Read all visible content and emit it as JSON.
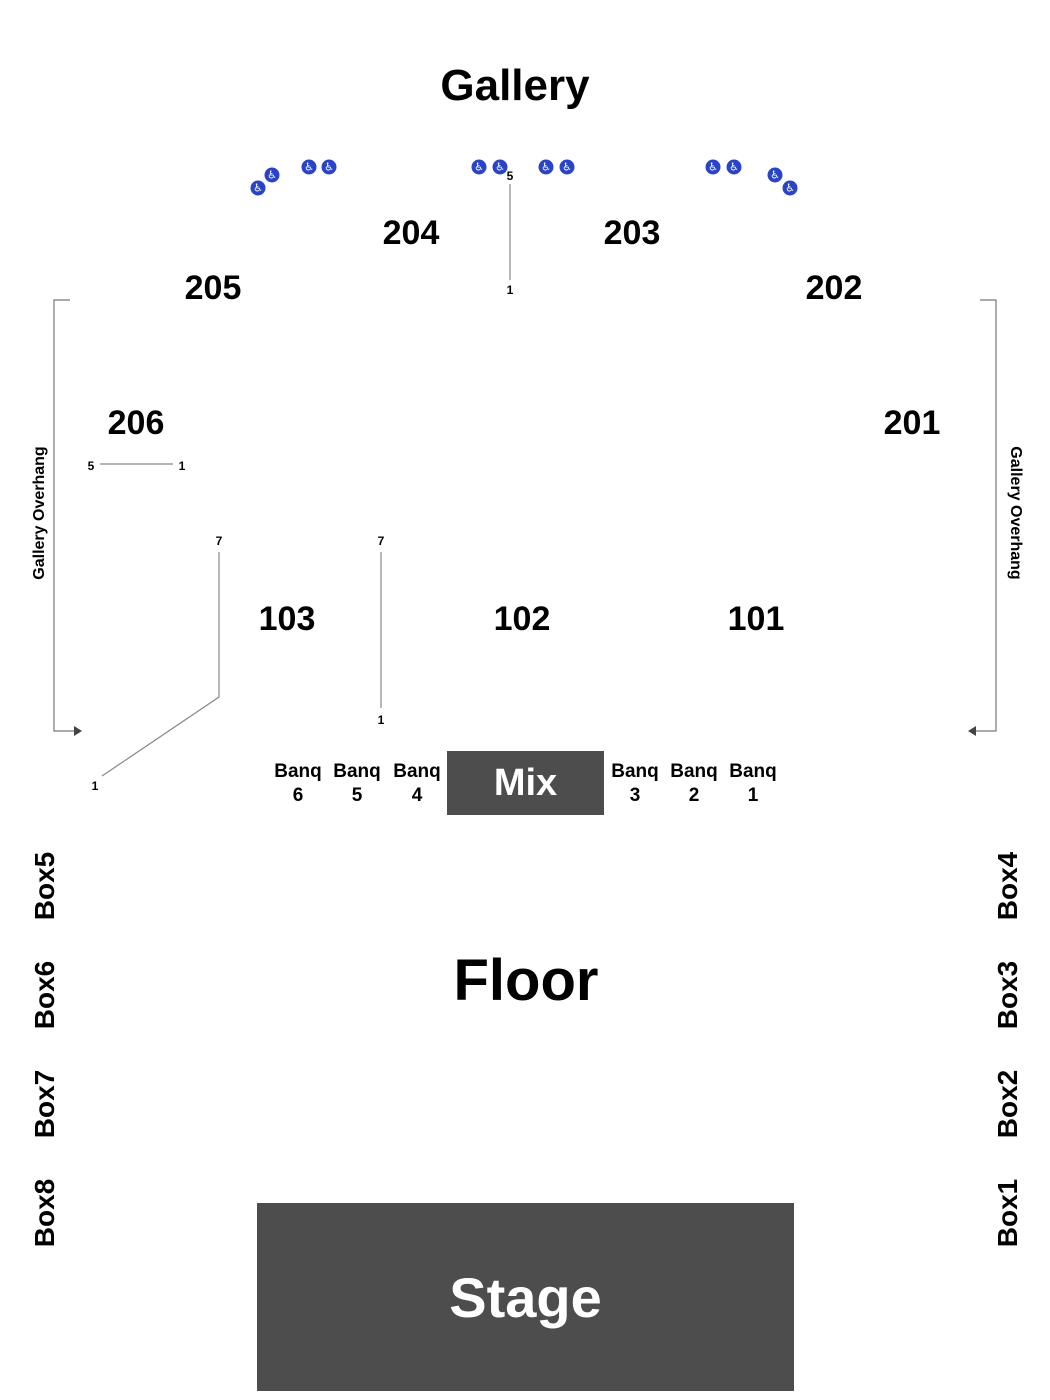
{
  "map": {
    "gallery_label": "Gallery",
    "sections": {
      "s204": "204",
      "s203": "203",
      "s205": "205",
      "s202": "202",
      "s206": "206",
      "s201": "201",
      "s103": "103",
      "s102": "102",
      "s101": "101"
    },
    "row_markers": {
      "top_center_5": "5",
      "top_center_1": "1",
      "s206_5": "5",
      "s206_1": "1",
      "s103_7": "7",
      "s102_7": "7",
      "s102_1": "1",
      "s103_1": "1"
    },
    "gallery_overhang_left": "Gallery Overhang",
    "gallery_overhang_right": "Gallery Overhang",
    "banquets": [
      {
        "word": "Banq",
        "num": "6"
      },
      {
        "word": "Banq",
        "num": "5"
      },
      {
        "word": "Banq",
        "num": "4"
      },
      {
        "word": "Banq",
        "num": "3"
      },
      {
        "word": "Banq",
        "num": "2"
      },
      {
        "word": "Banq",
        "num": "1"
      }
    ],
    "mix_label": "Mix",
    "floor_label": "Floor",
    "stage_label": "Stage",
    "boxes_left": [
      "Box5",
      "Box6",
      "Box7",
      "Box8"
    ],
    "boxes_right": [
      "Box4",
      "Box3",
      "Box2",
      "Box1"
    ],
    "wheelchair_icon_glyph": "♿",
    "colors": {
      "wheelchair": "#2a44c8",
      "block": "#4d4d4d"
    }
  }
}
